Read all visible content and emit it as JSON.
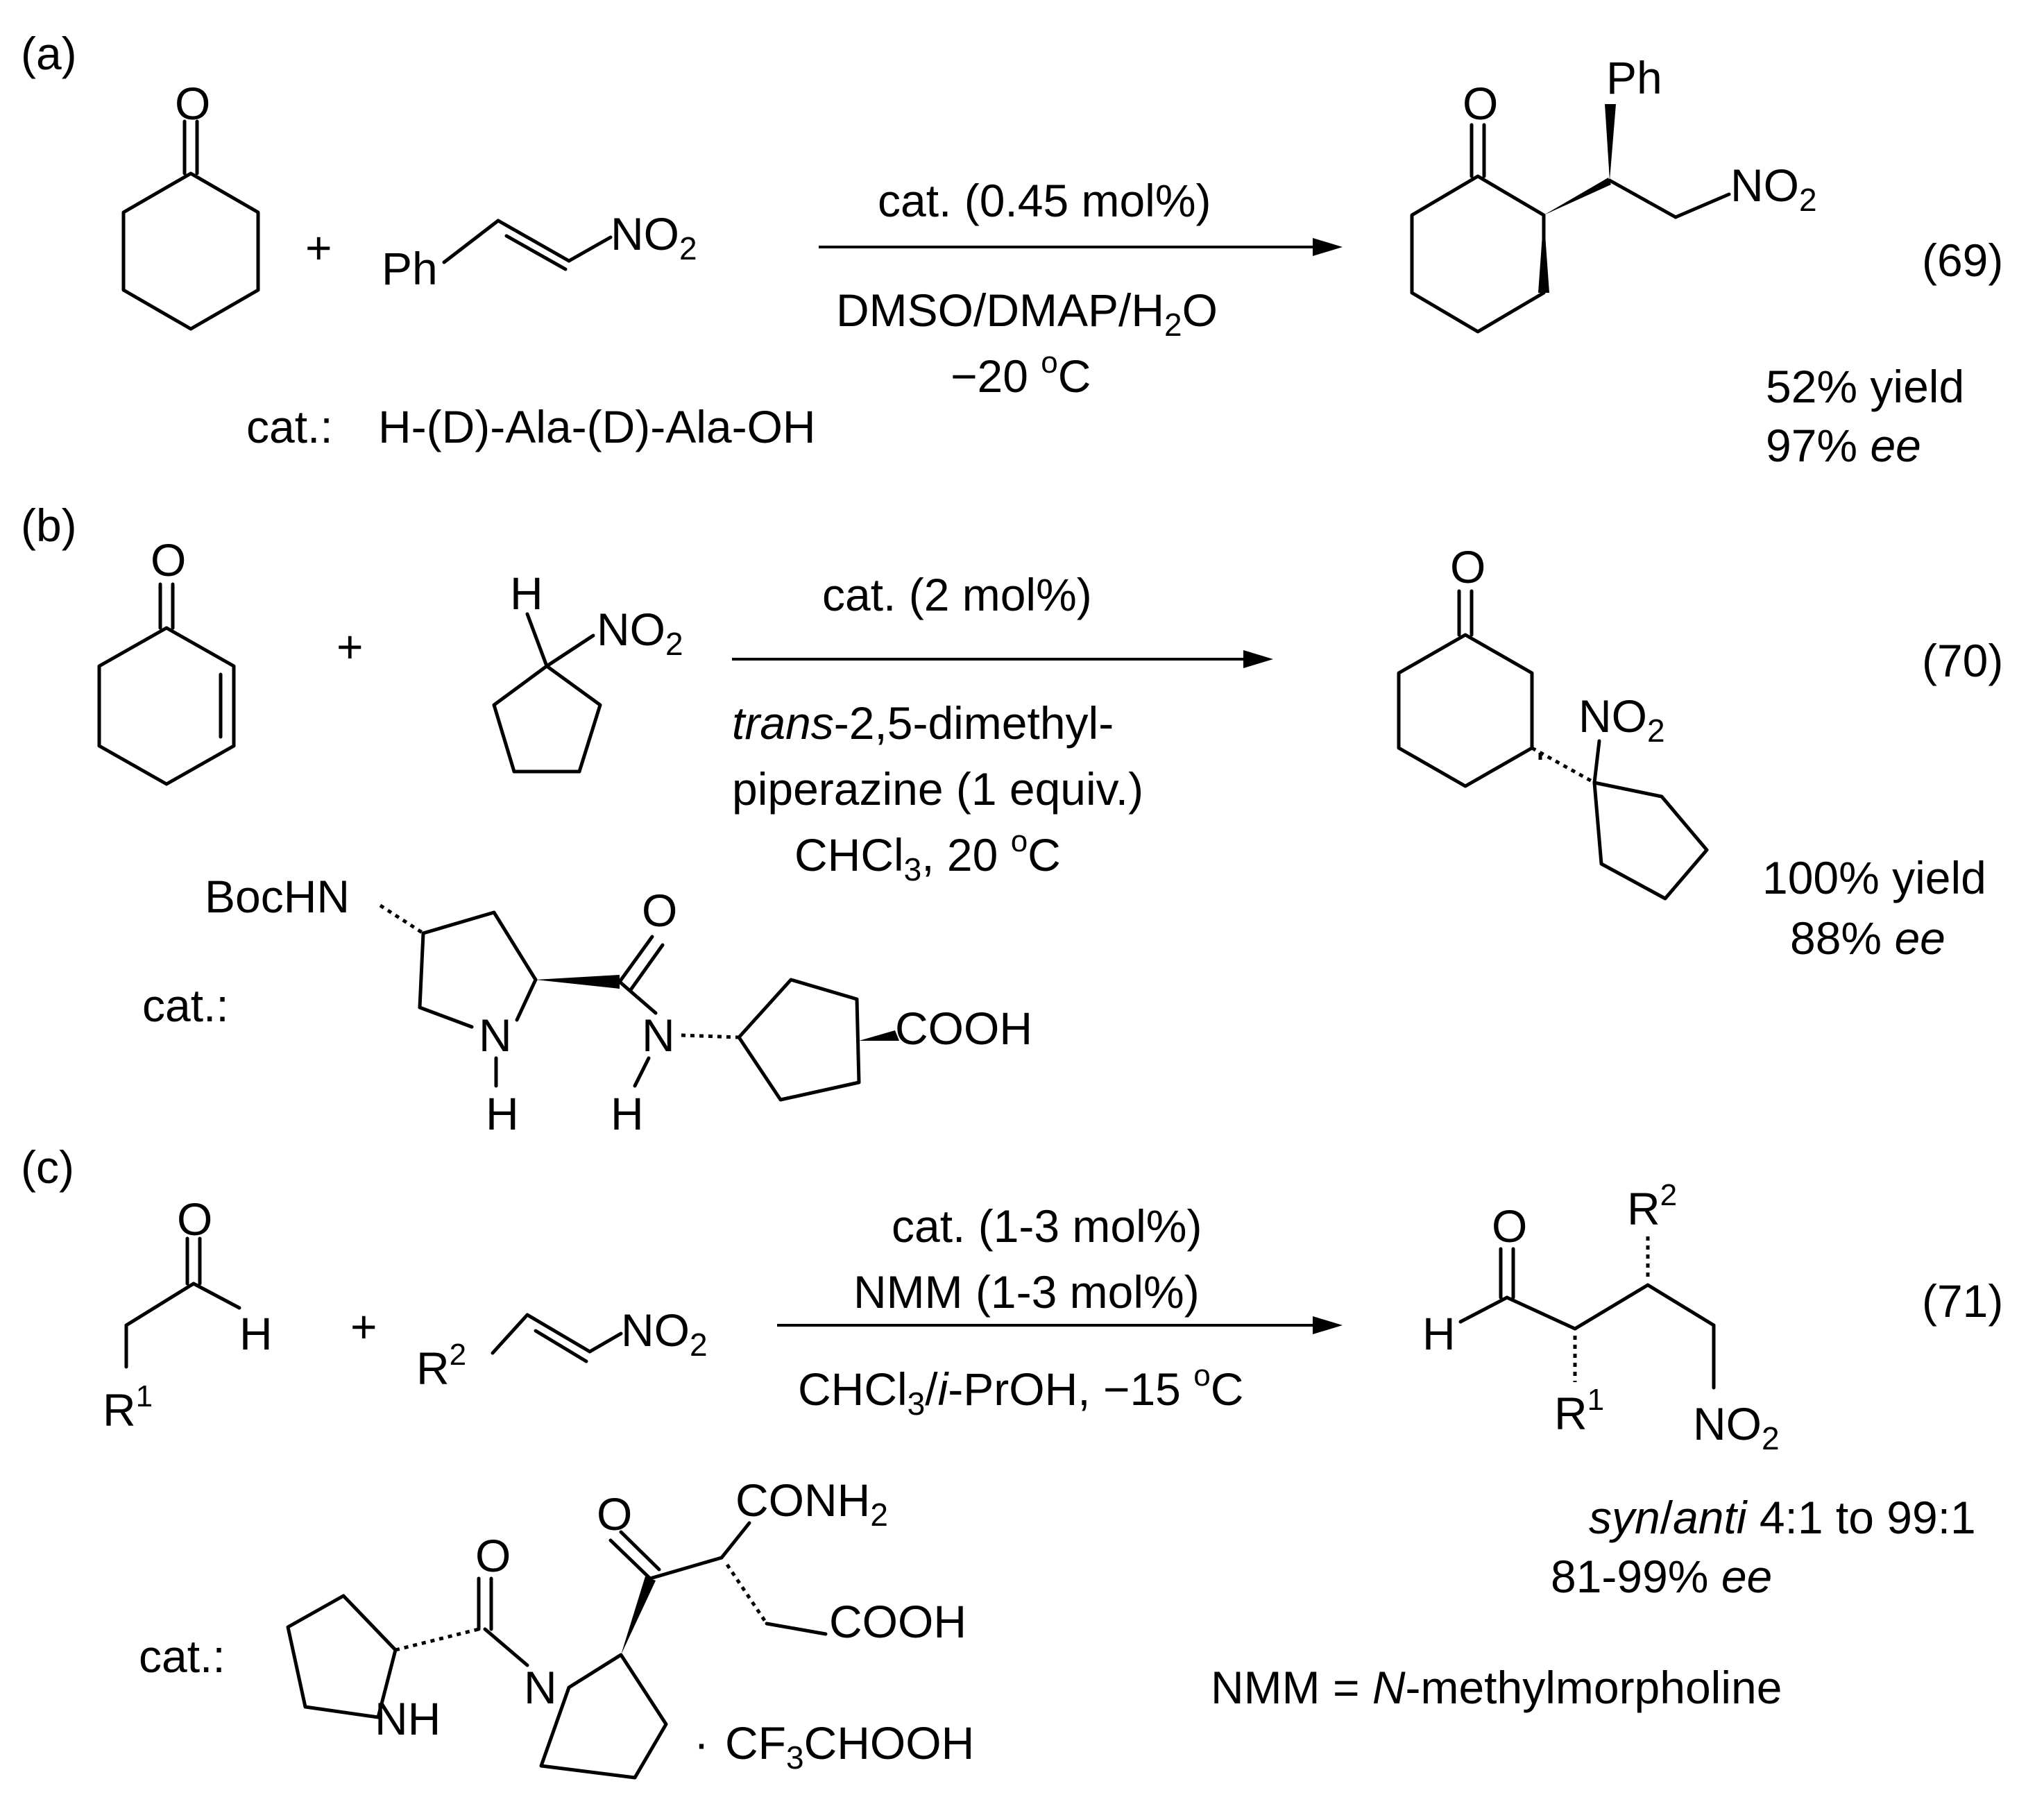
{
  "panels": [
    {
      "letter": "(a)",
      "eq": "(69)",
      "cond_above": "cat. (0.45 mol%)",
      "cond_below_1": "DMSO/DMAP/H2O",
      "cond_below_2": "−20 oC",
      "cat_prefix": "cat.:",
      "cat_text": "H-(D)-Ala-(D)-Ala-OH",
      "yield": "52% yield",
      "ee_val": "97%",
      "ee_label": "ee"
    },
    {
      "letter": "(b)",
      "eq": "(70)",
      "cond_above": "cat. (2 mol%)",
      "cond_below_1a": "trans",
      "cond_below_1b": "-2,5-dimethyl-",
      "cond_below_2": "piperazine (1 equiv.)",
      "cond_below_3": "CHCl3, 20 oC",
      "cat_prefix": "cat.:",
      "yield": "100% yield",
      "ee_val": "88%",
      "ee_label": "ee"
    },
    {
      "letter": "(c)",
      "eq": "(71)",
      "cond_above_1": "cat. (1-3 mol%)",
      "cond_above_2": "NMM (1-3 mol%)",
      "cond_below": "CHCl3/i-PrOH, −15 oC",
      "cat_prefix": "cat.:",
      "dr_a": "syn",
      "dr_b": "anti",
      "dr_c": "4:1 to 99:1",
      "ee_val": "81-99%",
      "ee_label": "ee",
      "nmm_a": "NMM = ",
      "nmm_b": "N",
      "nmm_c": "-methylmorpholine"
    }
  ],
  "atoms": {
    "O": "O",
    "Ph": "Ph",
    "NO": "NO",
    "two": "2",
    "three": "3",
    "plus": "+",
    "H": "H",
    "N": "N",
    "NH": "NH",
    "BocHN": "BocHN",
    "COOH": "COOH",
    "CONH": "CONH",
    "R": "R",
    "one": "1",
    "CF": "CF",
    "CHOOH": "CHOOH",
    "dot": "·"
  }
}
